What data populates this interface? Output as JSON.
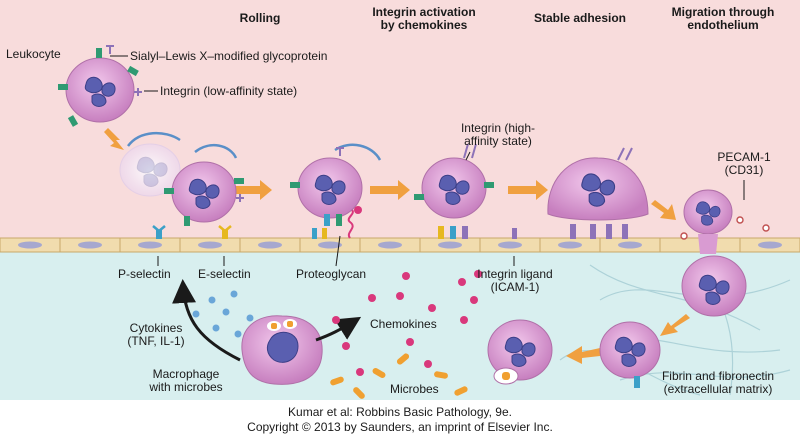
{
  "headers": {
    "rolling": "Rolling",
    "integrin_activation_line1": "Integrin activation",
    "integrin_activation_line2": "by chemokines",
    "stable_adhesion": "Stable adhesion",
    "migration_line1": "Migration through",
    "migration_line2": "endothelium"
  },
  "labels": {
    "leukocyte": "Leukocyte",
    "sialyl_lewis": "Sialyl–Lewis X–modified glycoprotein",
    "integrin_low": "Integrin (low-affinity state)",
    "integrin_high_line1": "Integrin (high-",
    "integrin_high_line2": "affinity state)",
    "pecam_line1": "PECAM-1",
    "pecam_line2": "(CD31)",
    "p_selectin": "P-selectin",
    "e_selectin": "E-selectin",
    "proteoglycan": "Proteoglycan",
    "integrin_ligand_line1": "Integrin ligand",
    "integrin_ligand_line2": "(ICAM-1)",
    "cytokines_line1": "Cytokines",
    "cytokines_line2": "(TNF, IL-1)",
    "chemokines": "Chemokines",
    "macrophage_line1": "Macrophage",
    "macrophage_line2": "with microbes",
    "microbes": "Microbes",
    "fibrin_line1": "Fibrin and fibronectin",
    "fibrin_line2": "(extracellular matrix)"
  },
  "credit": {
    "line1": "Kumar et al: Robbins Basic Pathology, 9e.",
    "line2": "Copyright © 2013  by Saunders, an imprint of Elsevier Inc."
  },
  "colors": {
    "vessel_lumen": "#f8dcdc",
    "tissue": "#d8efef",
    "endothelium": "#f1dcae",
    "cell_body": "#d99bd2",
    "nucleus": "#5a5fb0",
    "arrow": "#f0a040",
    "selectin_blue": "#3ba0c8",
    "selectin_yellow": "#e6b820",
    "integrin": "#8d72b8",
    "sialyl_green": "#2f9a72",
    "chemokine": "#d9387c",
    "microbe": "#f0a030"
  }
}
